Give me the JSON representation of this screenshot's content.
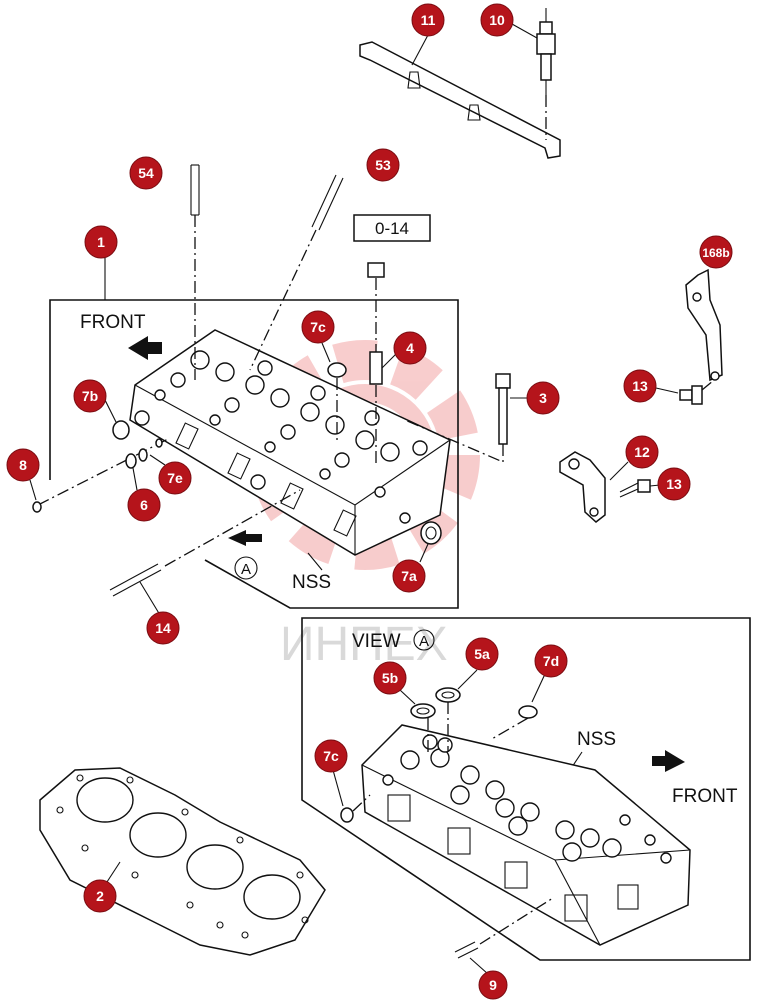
{
  "labels": {
    "front_top": "FRONT",
    "front_bottom": "FRONT",
    "nss_top": "NSS",
    "nss_bottom": "NSS",
    "view": "VIEW",
    "view_letter": "A",
    "arrow_letter": "A",
    "ref_box": "0-14",
    "watermark": "ИНПЕХ"
  },
  "callouts": [
    "11",
    "10",
    "54",
    "53",
    "1",
    "7c",
    "4",
    "3",
    "7b",
    "8",
    "7e",
    "6",
    "7a",
    "14",
    "168b",
    "13",
    "12",
    "13",
    "5a",
    "7d",
    "5b",
    "7c",
    "2",
    "9"
  ],
  "colors": {
    "callout_fill": "#b5141b",
    "line": "#111111",
    "watermark": "#f2b8b8"
  }
}
